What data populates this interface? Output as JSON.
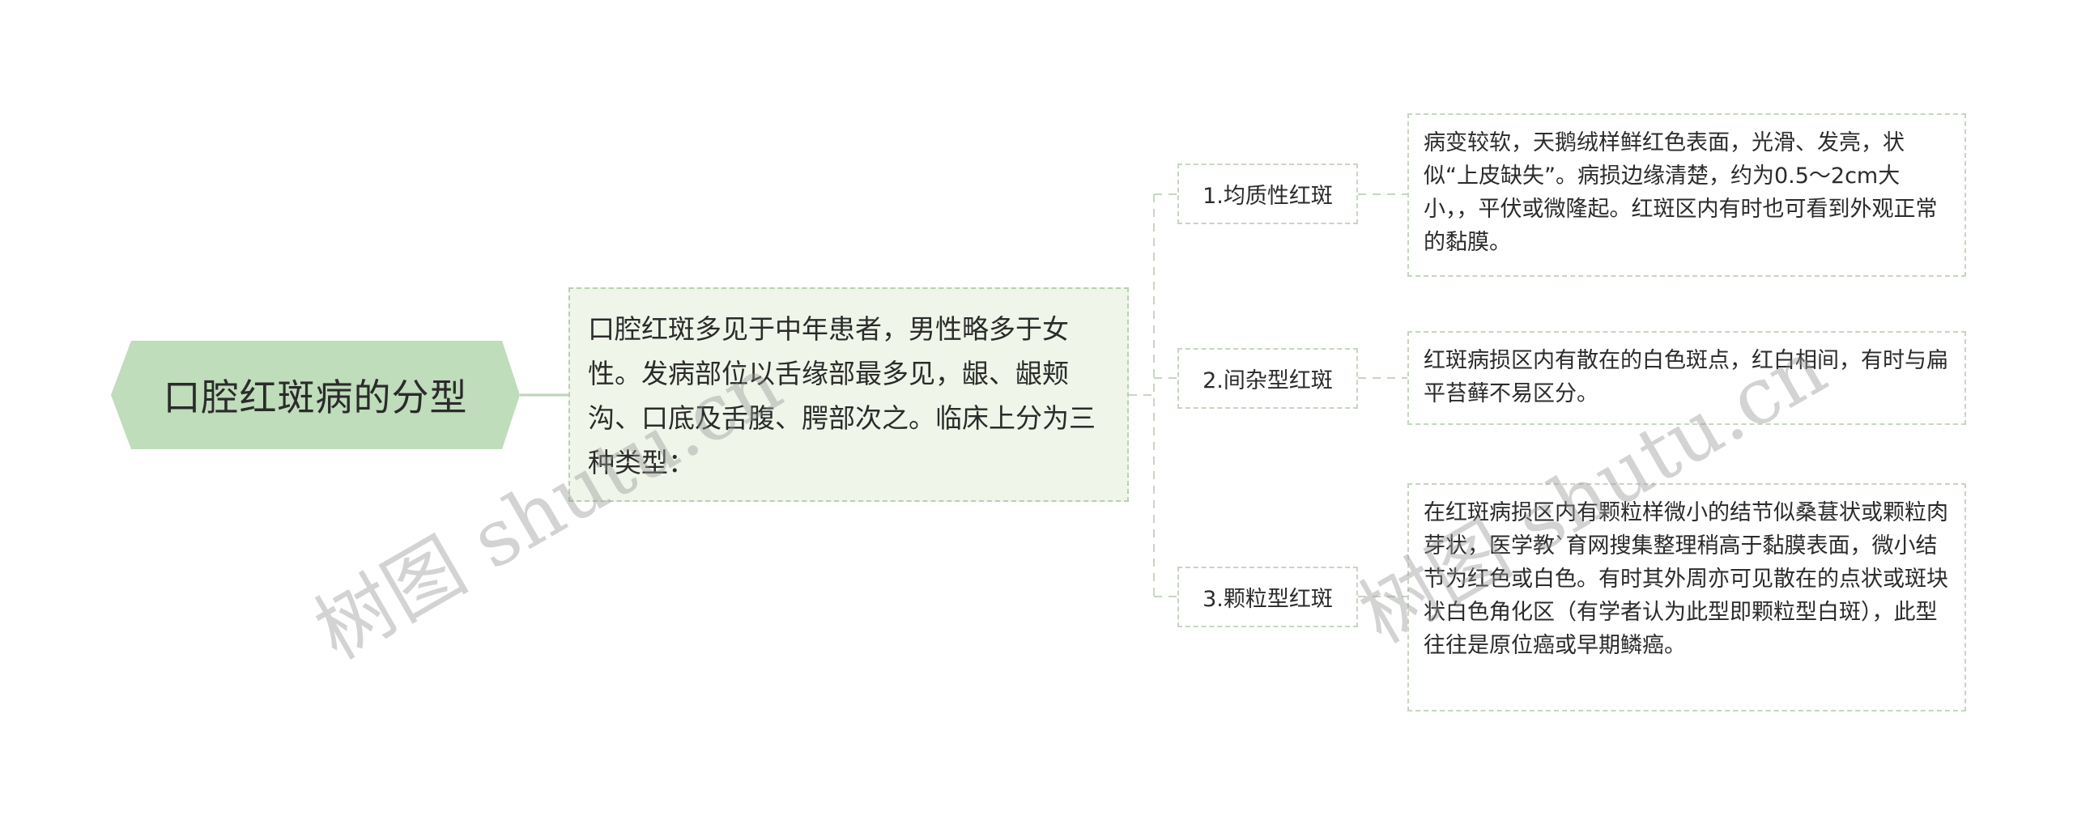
{
  "root": {
    "label": "口腔红斑病的分型"
  },
  "summary": {
    "text": "口腔红斑多见于中年患者，男性略多于女性。发病部位以舌缘部最多见，龈、龈颊沟、口底及舌腹、腭部次之。临床上分为三种类型："
  },
  "branches": [
    {
      "label": "1.均质性红斑",
      "detail": "病变较软，天鹅绒样鲜红色表面，光滑、发亮，状似“上皮缺失”。病损边缘清楚，约为0.5～2cm大小，，平伏或微隆起。红斑区内有时也可看到外观正常的黏膜。"
    },
    {
      "label": "2.间杂型红斑",
      "detail": "红斑病损区内有散在的白色斑点，红白相间，有时与扁平苔藓不易区分。"
    },
    {
      "label": "3.颗粒型红斑",
      "detail": "在红斑病损区内有颗粒样微小的结节似桑葚状或颗粒肉芽状，医学教`育网搜集整理稍高于黏膜表面，微小结节为红色或白色。有时其外周亦可见散在的点状或斑块状白色角化区（有学者认为此型即颗粒型白斑），此型往往是原位癌或早期鳞癌。"
    }
  ],
  "watermark": {
    "text": "树图 shutu.cn"
  },
  "colors": {
    "root_fill": "#bfdcbb",
    "summary_fill": "#eff6e9",
    "dashed_border": "#c6d6c1",
    "connector": "#bcd3b6",
    "text": "#2b2b2b"
  }
}
